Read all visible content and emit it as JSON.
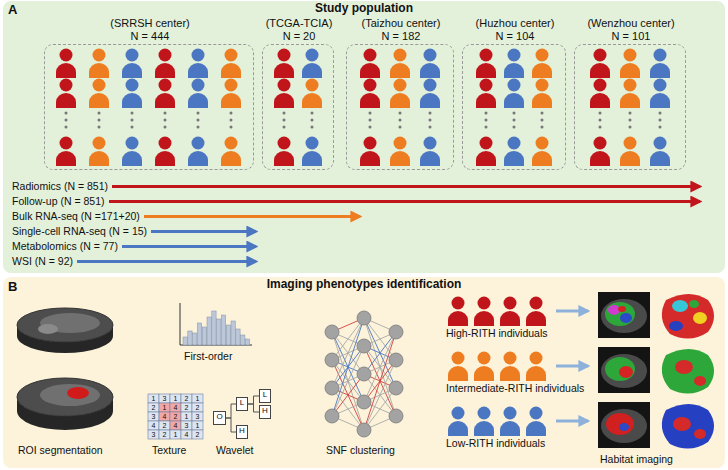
{
  "diagram": {
    "nodes": [
      {
        "text": [
          "Study population"
        ]
      },
      {
        "text": [
          "(SRRSH center)",
          "N = 444"
        ],
        "in": 0
      },
      {
        "text": [
          "(TCGA-TCIA)",
          "N = 20"
        ],
        "in": 0
      },
      {
        "text": [
          "(Taizhou center)",
          "N = 182"
        ],
        "in": 0
      },
      {
        "text": [
          "(Huzhou center)",
          "N = 104"
        ],
        "in": 0
      },
      {
        "text": [
          "(Wenzhou center)",
          "N = 101"
        ],
        "in": 0
      },
      {
        "text": [
          "Imaging phenotypes identification"
        ]
      },
      {
        "text": [
          "O"
        ],
        "in": 6
      },
      {
        "text": [
          "L"
        ],
        "in": 6
      },
      {
        "text": [
          "H"
        ],
        "in": 6
      },
      {
        "text": [
          "L"
        ],
        "in": 6
      },
      {
        "text": [
          "H"
        ],
        "in": 6
      }
    ],
    "edges": [
      {
        "from": 7,
        "to": 8,
        "arrow": "none"
      },
      {
        "from": 7,
        "to": 9,
        "arrow": "none"
      },
      {
        "from": 8,
        "to": 10,
        "arrow": "none"
      },
      {
        "from": 8,
        "to": 11,
        "arrow": "none"
      }
    ],
    "labels": [
      "A",
      "Radiomics (N = 851)",
      "Follow-up (N = 851)",
      "Bulk RNA-seq (N =171+20)",
      "Single-cell RNA-seq (N = 15)",
      "Metabolomics (N = 77)",
      "WSI (N = 92)",
      "B",
      "First-order",
      "ROI segmentation",
      "1",
      "3",
      "1",
      "2",
      "1",
      "2",
      "1",
      "4",
      "2",
      "2",
      "3",
      "4",
      "2",
      "1",
      "3",
      "4",
      "2",
      "4",
      "3",
      "1",
      "3",
      "2",
      "1",
      "4",
      "2",
      "Texture",
      "Wavelet",
      "SNF clustering",
      "High-RITH individuals",
      "Intermediate-RITH individuals",
      "Low-RITH individuals",
      "Habitat imaging"
    ]
  }
}
